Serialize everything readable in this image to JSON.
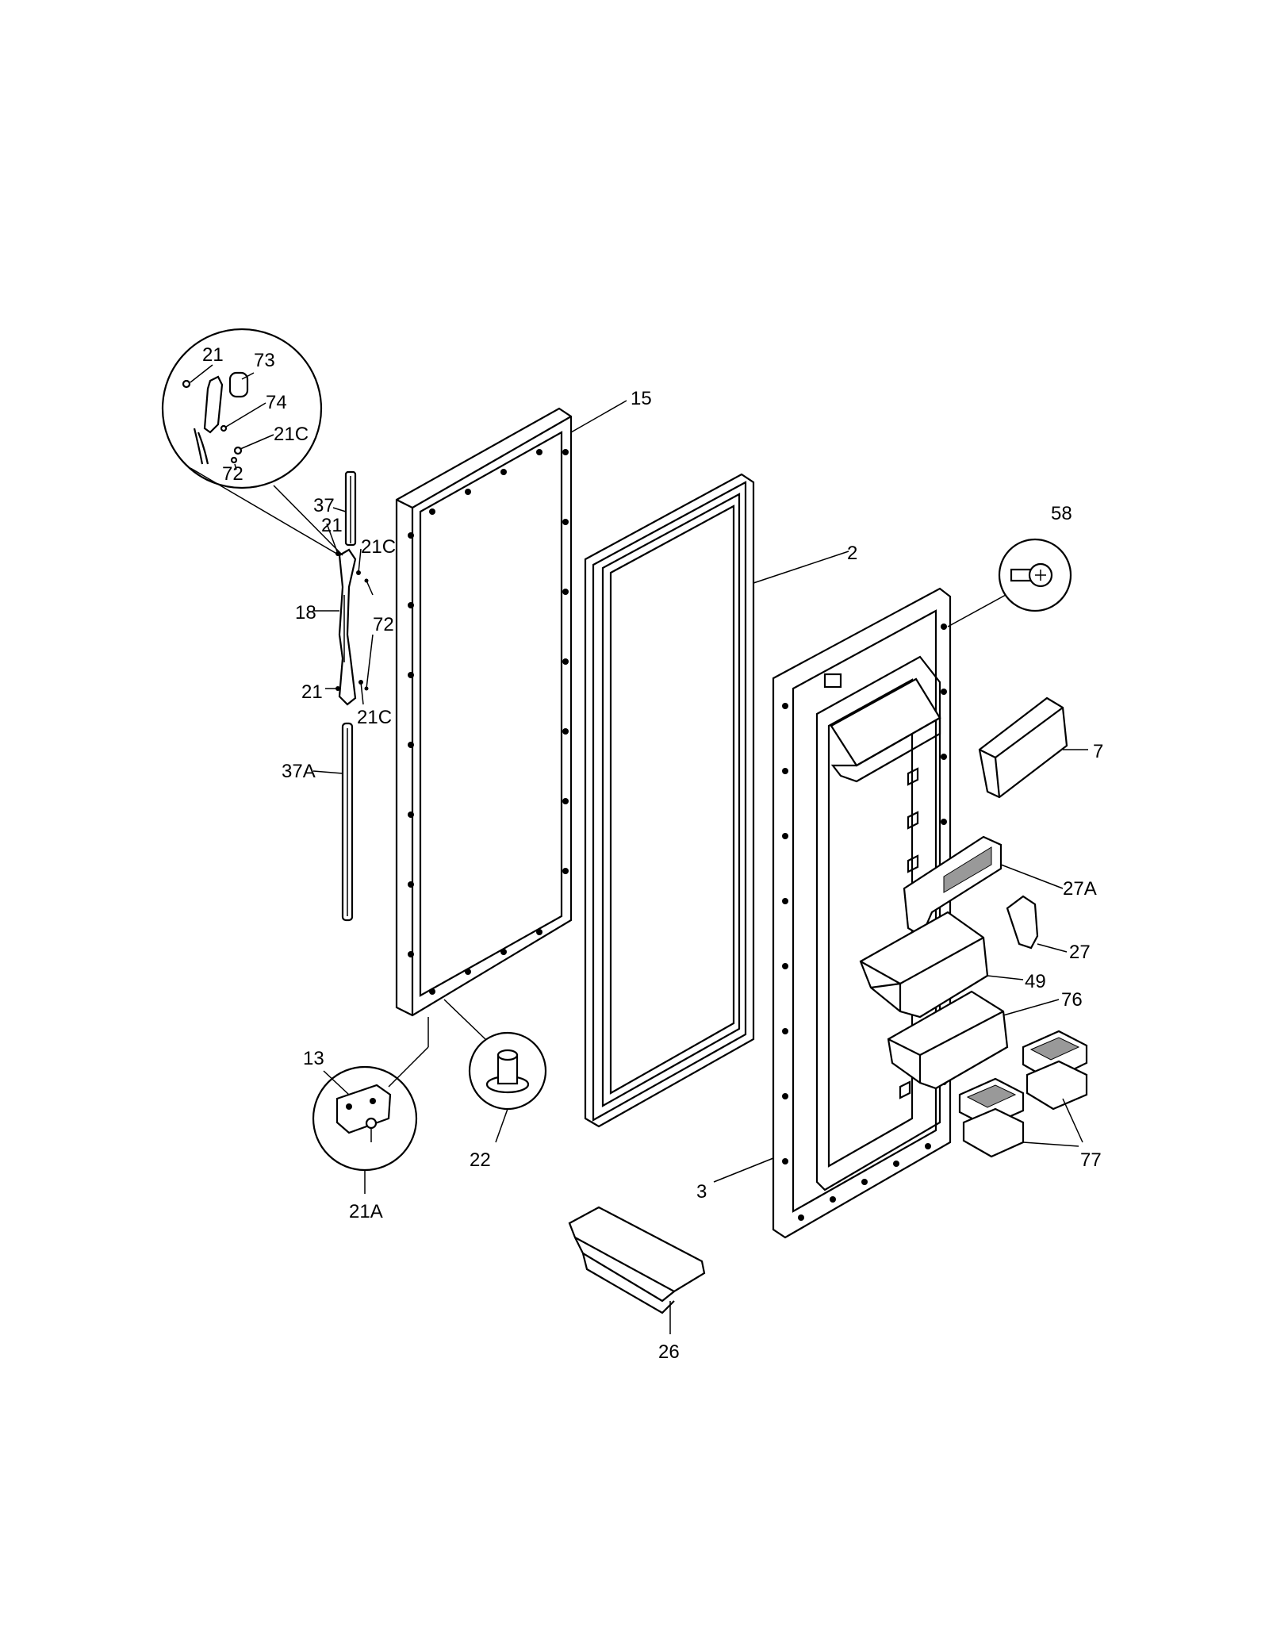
{
  "diagram": {
    "title": "",
    "callouts": [
      {
        "id": "c-15",
        "text": "15"
      },
      {
        "id": "c-2",
        "text": "2"
      },
      {
        "id": "c-58",
        "text": "58"
      },
      {
        "id": "c-7",
        "text": "7"
      },
      {
        "id": "c-27A",
        "text": "27A"
      },
      {
        "id": "c-27",
        "text": "27"
      },
      {
        "id": "c-49",
        "text": "49"
      },
      {
        "id": "c-76",
        "text": "76"
      },
      {
        "id": "c-77",
        "text": "77"
      },
      {
        "id": "c-3",
        "text": "3"
      },
      {
        "id": "c-26",
        "text": "26"
      },
      {
        "id": "c-22",
        "text": "22"
      },
      {
        "id": "c-13",
        "text": "13"
      },
      {
        "id": "c-21A",
        "text": "21A"
      },
      {
        "id": "c-37A",
        "text": "37A"
      },
      {
        "id": "c-37",
        "text": "37"
      },
      {
        "id": "c-18",
        "text": "18"
      },
      {
        "id": "c-72",
        "text": "72"
      },
      {
        "id": "c-21-upper",
        "text": "21"
      },
      {
        "id": "c-21C-upper",
        "text": "21C"
      },
      {
        "id": "c-21-lower",
        "text": "21"
      },
      {
        "id": "c-21C-lower",
        "text": "21C"
      },
      {
        "id": "c-21-inset",
        "text": "21"
      },
      {
        "id": "c-73-inset",
        "text": "73"
      },
      {
        "id": "c-74-inset",
        "text": "74"
      },
      {
        "id": "c-21C-inset",
        "text": "21C"
      },
      {
        "id": "c-72-inset",
        "text": "72"
      }
    ]
  }
}
